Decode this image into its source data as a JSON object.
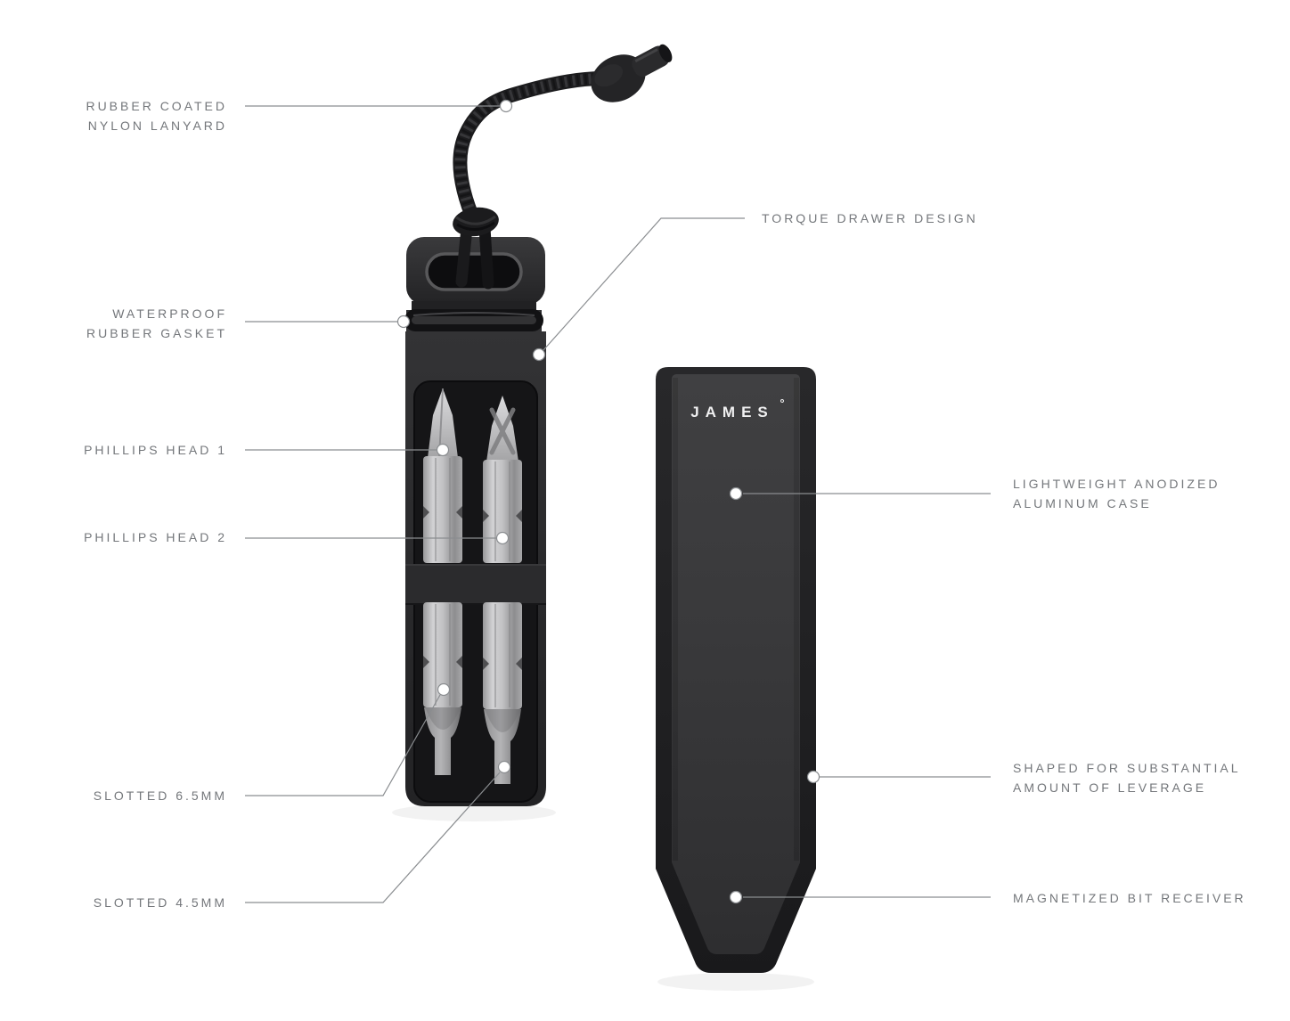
{
  "brand": {
    "name": "JAMES",
    "degree_mark": "°"
  },
  "callouts": {
    "left": [
      {
        "id": "rubber-coated-nylon-lanyard",
        "lines": [
          "RUBBER COATED",
          "NYLON LANYARD"
        ]
      },
      {
        "id": "waterproof-rubber-gasket",
        "lines": [
          "WATERPROOF",
          "RUBBER GASKET"
        ]
      },
      {
        "id": "phillips-head-1",
        "lines": [
          "PHILLIPS HEAD 1"
        ]
      },
      {
        "id": "phillips-head-2",
        "lines": [
          "PHILLIPS HEAD 2"
        ]
      },
      {
        "id": "slotted-6-5mm",
        "lines": [
          "SLOTTED 6.5MM"
        ]
      },
      {
        "id": "slotted-4-5mm",
        "lines": [
          "SLOTTED 4.5MM"
        ]
      }
    ],
    "right": [
      {
        "id": "torque-drawer-design",
        "lines": [
          "TORQUE DRAWER DESIGN"
        ]
      },
      {
        "id": "lightweight-anodized-case",
        "lines": [
          "LIGHTWEIGHT ANODIZED",
          "ALUMINUM CASE"
        ]
      },
      {
        "id": "shaped-for-leverage",
        "lines": [
          "SHAPED FOR SUBSTANTIAL",
          "AMOUNT OF LEVERAGE"
        ]
      },
      {
        "id": "magnetized-bit-receiver",
        "lines": [
          "MAGNETIZED BIT RECEIVER"
        ]
      }
    ]
  },
  "colors": {
    "background": "#ffffff",
    "label_text": "#74777b",
    "callout_line": "#8a8d90",
    "marker_fill": "#ffffff",
    "tool_body": "#2a2a2c",
    "bit_metal": "#bfbfc1",
    "case_rim": "#202022",
    "case_panel": "#39393b",
    "logo_text": "#f0f0f1"
  }
}
